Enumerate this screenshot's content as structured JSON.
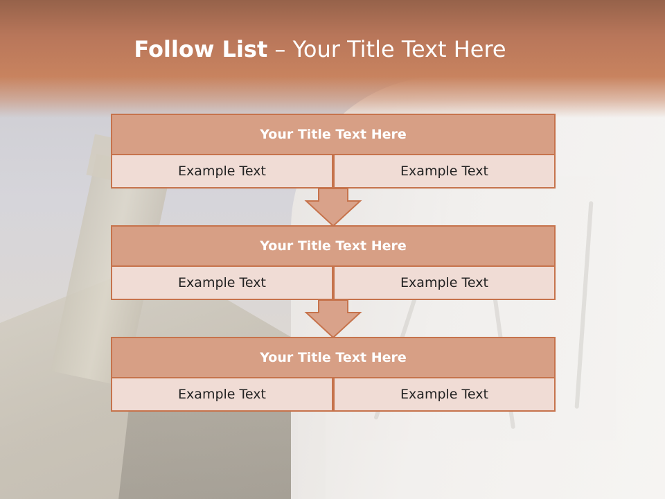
{
  "slide": {
    "title_bold": "Follow List",
    "title_rest": " – Your Title Text Here"
  },
  "blocks": [
    {
      "title": "Your Title Text Here",
      "left": "Example Text",
      "right": "Example Text"
    },
    {
      "title": "Your Title Text Here",
      "left": "Example Text",
      "right": "Example Text"
    },
    {
      "title": "Your Title Text Here",
      "left": "Example Text",
      "right": "Example Text"
    }
  ],
  "colors": {
    "header_band": "#c8835f",
    "box_head": "#d79f85",
    "box_cell": "#f0dcd5",
    "border": "#c6734c",
    "arrow": "#d9a28a"
  },
  "icons": [
    "down-arrow-icon",
    "down-arrow-icon"
  ]
}
